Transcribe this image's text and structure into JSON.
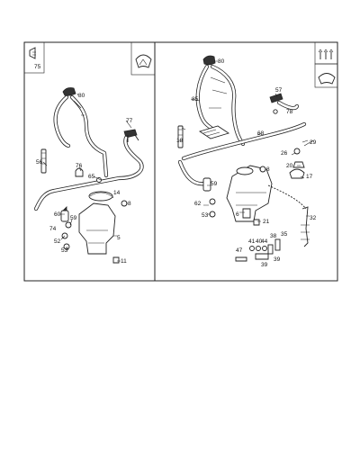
{
  "left_panel": {
    "icon_label": "75",
    "callouts": [
      "80",
      "77",
      "56",
      "76",
      "65",
      "14",
      "8",
      "60",
      "59",
      "74",
      "52",
      "53",
      "5",
      "11"
    ]
  },
  "right_panel": {
    "callouts": [
      "80",
      "85",
      "57",
      "78",
      "18",
      "68",
      "8",
      "29",
      "26",
      "20",
      "59",
      "17",
      "62",
      "53",
      "32",
      "6",
      "21",
      "41",
      "40",
      "44",
      "39",
      "38",
      "35",
      "47",
      "39"
    ]
  }
}
